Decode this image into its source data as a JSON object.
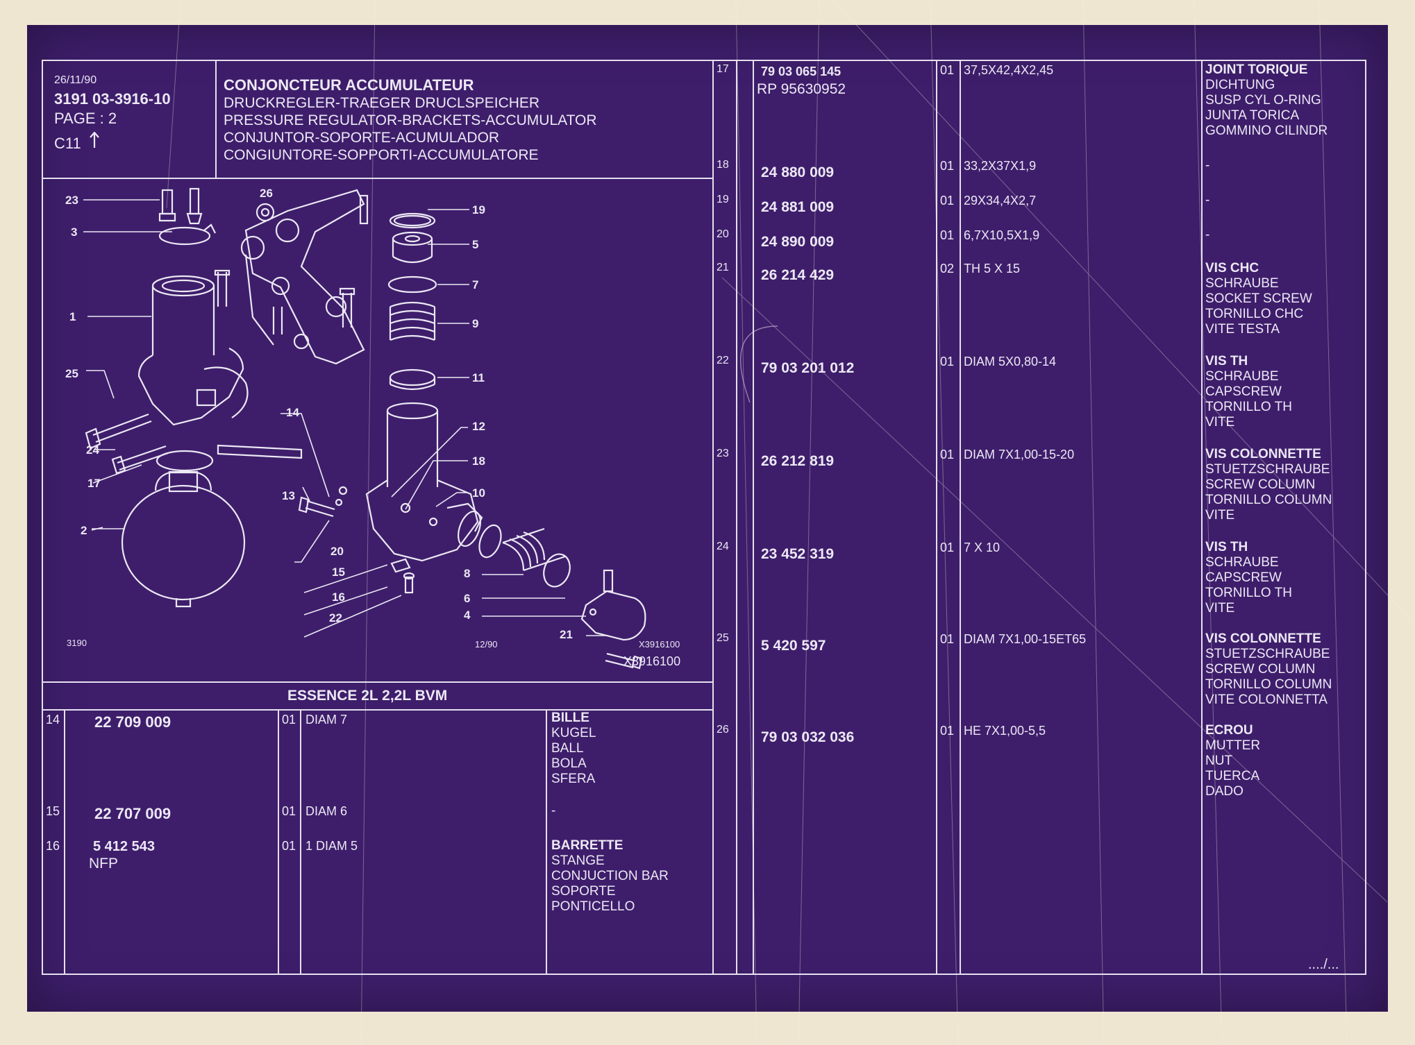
{
  "header": {
    "date": "26/11/90",
    "ref": "3191  03-3916-10",
    "page": "PAGE : 2",
    "code": "C11",
    "title": "CONJONCTEUR ACCUMULATEUR",
    "title_de": "DRUCKREGLER-TRAEGER DRUCLSPEICHER",
    "title_en": "PRESSURE REGULATOR-BRACKETS-ACCUMULATOR",
    "title_es": "CONJUNTOR-SOPORTE-ACUMULADOR",
    "title_it": "CONGIUNTORE-SOPPORTI-ACCUMULATORE"
  },
  "diagram": {
    "fig_number": "3190",
    "date_mark": "12/90",
    "ref_small": "X3916100",
    "ref": "X3916100",
    "callouts": [
      "23",
      "26",
      "3",
      "19",
      "5",
      "1",
      "7",
      "9",
      "25",
      "11",
      "14",
      "12",
      "24",
      "18",
      "17",
      "10",
      "13",
      "20",
      "2",
      "15",
      "8",
      "16",
      "6",
      "22",
      "4",
      "21"
    ]
  },
  "section_title": "ESSENCE 2L 2,2L BVM",
  "left_rows": [
    {
      "item": "14",
      "part": "22 709 009",
      "sub": "",
      "qty": "01",
      "spec": "DIAM 7",
      "desc": [
        "BILLE",
        "KUGEL",
        "BALL",
        "BOLA",
        "SFERA"
      ]
    },
    {
      "item": "15",
      "part": "22 707 009",
      "sub": "",
      "qty": "01",
      "spec": "DIAM 6",
      "desc": [
        "-"
      ]
    },
    {
      "item": "16",
      "part": "5 412 543",
      "sub": "NFP",
      "qty": "01",
      "spec": "1 DIAM 5",
      "desc": [
        "BARRETTE",
        "STANGE",
        "CONJUCTION BAR",
        "SOPORTE",
        "PONTICELLO"
      ]
    }
  ],
  "right_rows": [
    {
      "item": "17",
      "part": "79 03 065 145",
      "sub": "RP  95630952",
      "qty": "01",
      "spec": "37,5X42,4X2,45",
      "desc": [
        "JOINT TORIQUE",
        "DICHTUNG",
        "SUSP CYL O-RING",
        "JUNTA TORICA",
        "GOMMINO CILINDR"
      ]
    },
    {
      "item": "18",
      "part": "24 880 009",
      "sub": "",
      "qty": "01",
      "spec": "33,2X37X1,9",
      "desc": [
        "-"
      ]
    },
    {
      "item": "19",
      "part": "24 881 009",
      "sub": "",
      "qty": "01",
      "spec": "29X34,4X2,7",
      "desc": [
        "-"
      ]
    },
    {
      "item": "20",
      "part": "24 890 009",
      "sub": "",
      "qty": "01",
      "spec": "6,7X10,5X1,9",
      "desc": [
        "-"
      ]
    },
    {
      "item": "21",
      "part": "26 214 429",
      "sub": "",
      "qty": "02",
      "spec": "TH 5 X 15",
      "desc": [
        "VIS CHC",
        "SCHRAUBE",
        "SOCKET SCREW",
        "TORNILLO CHC",
        "VITE TESTA"
      ]
    },
    {
      "item": "22",
      "part": "79 03 201 012",
      "sub": "",
      "qty": "01",
      "spec": "DIAM 5X0,80-14",
      "desc": [
        "VIS TH",
        "SCHRAUBE",
        "CAPSCREW",
        "TORNILLO TH",
        "VITE"
      ]
    },
    {
      "item": "23",
      "part": "26 212 819",
      "sub": "",
      "qty": "01",
      "spec": "DIAM 7X1,00-15-20",
      "desc": [
        "VIS COLONNETTE",
        "STUETZSCHRAUBE",
        "SCREW COLUMN",
        "TORNILLO COLUMN",
        "VITE"
      ]
    },
    {
      "item": "24",
      "part": "23 452 319",
      "sub": "",
      "qty": "01",
      "spec": "7 X 10",
      "desc": [
        "VIS TH",
        "SCHRAUBE",
        "CAPSCREW",
        "TORNILLO TH",
        "VITE"
      ]
    },
    {
      "item": "25",
      "part": "5 420 597",
      "sub": "",
      "qty": "01",
      "spec": "DIAM 7X1,00-15ET65",
      "desc": [
        "VIS COLONNETTE",
        "STUETZSCHRAUBE",
        "SCREW COLUMN",
        "TORNILLO COLUMN",
        "VITE COLONNETTA"
      ]
    },
    {
      "item": "26",
      "part": "79 03 032 036",
      "sub": "",
      "qty": "01",
      "spec": "HE 7X1,00-5,5",
      "desc": [
        "ECROU",
        "MUTTER",
        "NUT",
        "TUERCA",
        "DADO"
      ]
    }
  ],
  "continuation": "..../...",
  "colors": {
    "sheet": "#3e1e6b",
    "ink": "#ece8f4",
    "paper": "#efe6d2"
  },
  "icons": {
    "arrow": "up-arrow-icon"
  }
}
